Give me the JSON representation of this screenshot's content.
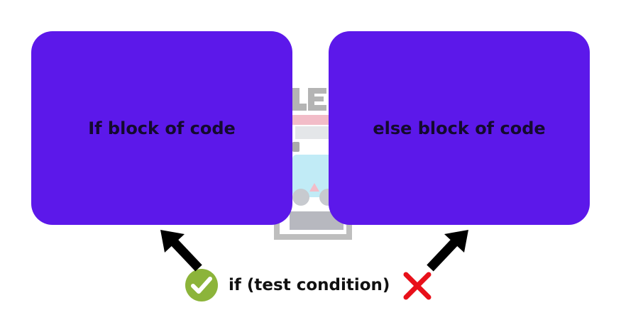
{
  "colors": {
    "block_fill": "#5c18ea",
    "arrow": "#000000",
    "check": "#8cb43a",
    "cross": "#e8101a"
  },
  "blocks": {
    "if_label": "If block of code",
    "else_label": "else block of code"
  },
  "condition": {
    "text": "if (test condition)"
  },
  "icons": {
    "true_branch": "check-circle-icon",
    "false_branch": "cross-icon",
    "background": "robot-mascot-watermark"
  }
}
